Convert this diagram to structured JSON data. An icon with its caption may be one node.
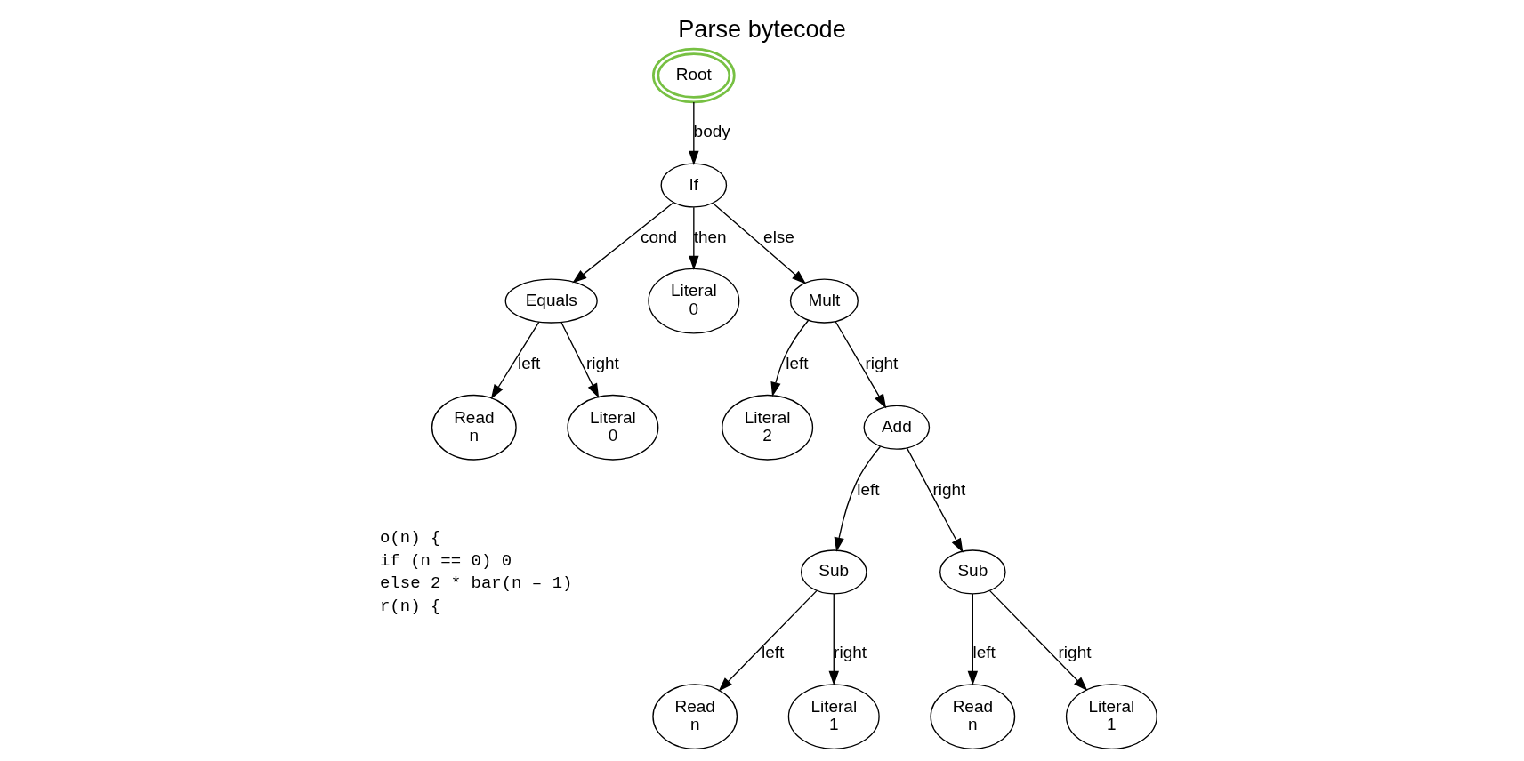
{
  "diagram": {
    "title": "Parse bytecode",
    "nodes": [
      {
        "text": [
          "Root"
        ]
      },
      {
        "text": [
          "If"
        ]
      },
      {
        "text": [
          "Equals"
        ]
      },
      {
        "text": [
          "Literal",
          "0"
        ]
      },
      {
        "text": [
          "Mult"
        ]
      },
      {
        "text": [
          "Read",
          "n"
        ]
      },
      {
        "text": [
          "Literal",
          "0"
        ]
      },
      {
        "text": [
          "Literal",
          "2"
        ]
      },
      {
        "text": [
          "Add"
        ]
      },
      {
        "text": [
          "Sub"
        ]
      },
      {
        "text": [
          "Sub"
        ]
      },
      {
        "text": [
          "Read",
          "n"
        ]
      },
      {
        "text": [
          "Literal",
          "1"
        ]
      },
      {
        "text": [
          "Read",
          "n"
        ]
      },
      {
        "text": [
          "Literal",
          "1"
        ]
      }
    ],
    "edges": [
      {
        "from": 0,
        "to": 1,
        "arrow": "to",
        "label": "body"
      },
      {
        "from": 1,
        "to": 2,
        "arrow": "to",
        "label": "cond"
      },
      {
        "from": 1,
        "to": 3,
        "arrow": "to",
        "label": "then"
      },
      {
        "from": 1,
        "to": 4,
        "arrow": "to",
        "label": "else"
      },
      {
        "from": 2,
        "to": 5,
        "arrow": "to",
        "label": "left"
      },
      {
        "from": 2,
        "to": 6,
        "arrow": "to",
        "label": "right"
      },
      {
        "from": 4,
        "to": 7,
        "arrow": "to",
        "label": "left"
      },
      {
        "from": 4,
        "to": 8,
        "arrow": "to",
        "label": "right"
      },
      {
        "from": 8,
        "to": 9,
        "arrow": "to",
        "label": "left"
      },
      {
        "from": 8,
        "to": 10,
        "arrow": "to",
        "label": "right"
      },
      {
        "from": 9,
        "to": 11,
        "arrow": "to",
        "label": "left"
      },
      {
        "from": 9,
        "to": 12,
        "arrow": "to",
        "label": "right"
      },
      {
        "from": 10,
        "to": 13,
        "arrow": "to",
        "label": "left"
      },
      {
        "from": 10,
        "to": 14,
        "arrow": "to",
        "label": "right"
      }
    ],
    "labels": [
      "o(n) {",
      "if (n == 0) 0",
      "else 2 * bar(n – 1)",
      "r(n) {"
    ]
  }
}
